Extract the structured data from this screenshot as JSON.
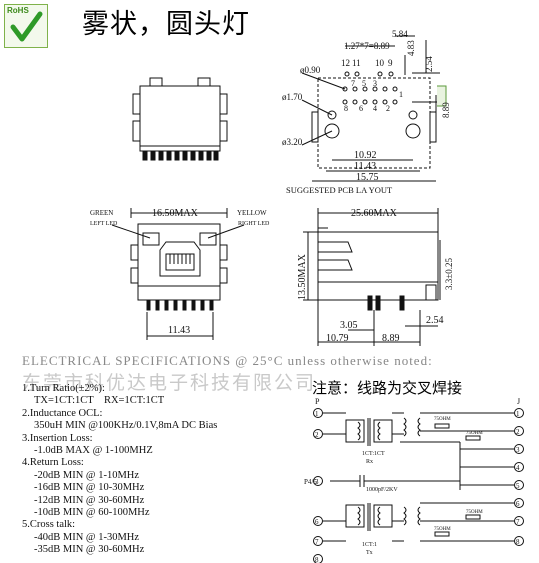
{
  "logo": {
    "text": "RoHS",
    "icon": "checkmark-icon"
  },
  "title": "雾状，圆头灯",
  "drawing": {
    "top_right": {
      "dims": [
        "5.84",
        "1.27*7=8.89",
        "2.54",
        "4.83",
        "8.89",
        "10.92",
        "11.43",
        "15.75"
      ],
      "holes": [
        "ø0.90",
        "ø1.70",
        "ø3.20"
      ],
      "pins_top": [
        "12",
        "11",
        "10",
        "9"
      ],
      "pins_mid": [
        "7",
        "5",
        "3"
      ],
      "pins_bot": [
        "8",
        "6",
        "4",
        "2"
      ],
      "pin_one": "1",
      "caption": "SUGGESTED PCB LA    YOUT"
    },
    "front": {
      "width": "16.50MAX",
      "green": "GREEN",
      "yellow": "YELLOW",
      "left_led": "LEFT  LED",
      "right_led": "RIGHT  LED",
      "bottom": "11.43"
    },
    "side": {
      "length": "25.60MAX",
      "height": "13.50MAX",
      "pin": "3.3±0.25",
      "d1": "3.05",
      "d2": "10.79",
      "d3": "8.89",
      "d4": "2.54"
    }
  },
  "spec_heading": "ELECTRICAL SPECIFICATIONS @ 25°C unless otherwise noted:",
  "watermark": "东莞市科优达电子科技有限公司",
  "note": "注意：线路为交叉焊接",
  "specs": [
    {
      "text": "1.Turn Ratio(±2%):",
      "sub": false
    },
    {
      "text": "TX=1CT:1CT    RX=1CT:1CT",
      "sub": true
    },
    {
      "text": "2.Inductance OCL:",
      "sub": false
    },
    {
      "text": "350uH MIN @100KHz/0.1V,8mA DC Bias",
      "sub": true
    },
    {
      "text": "3.Insertion Loss:",
      "sub": false
    },
    {
      "text": "-1.0dB MAX @ 1-100MHZ",
      "sub": true
    },
    {
      "text": "4.Return Loss:",
      "sub": false
    },
    {
      "text": "-20dB MIN @ 1-10MHz",
      "sub": true
    },
    {
      "text": "-16dB MIN @ 10-30MHz",
      "sub": true
    },
    {
      "text": "-12dB MIN @ 30-60MHz",
      "sub": true
    },
    {
      "text": "-10dB MIN @ 60-100MHz",
      "sub": true
    },
    {
      "text": "5.Cross talk:",
      "sub": false
    },
    {
      "text": "-40dB MIN @ 1-30MHz",
      "sub": true
    },
    {
      "text": "-35dB MIN @ 30-60MHz",
      "sub": true
    }
  ],
  "schematic": {
    "p": "P",
    "j": "J",
    "p_pins": [
      "1",
      "2",
      "3",
      "6",
      "7",
      "8"
    ],
    "j_pins": [
      "1",
      "2",
      "3",
      "4",
      "5",
      "6",
      "7",
      "8"
    ],
    "r1": "75OHM",
    "r2": "75OHM",
    "r3": "75OHM",
    "r4": "75OHM",
    "rx": "1CT:1CT",
    "rx_label": "Rx",
    "tx": "1CT:1",
    "tx_label": "Tx",
    "p45": "P4/5",
    "cap": "1000pF/2KV"
  }
}
